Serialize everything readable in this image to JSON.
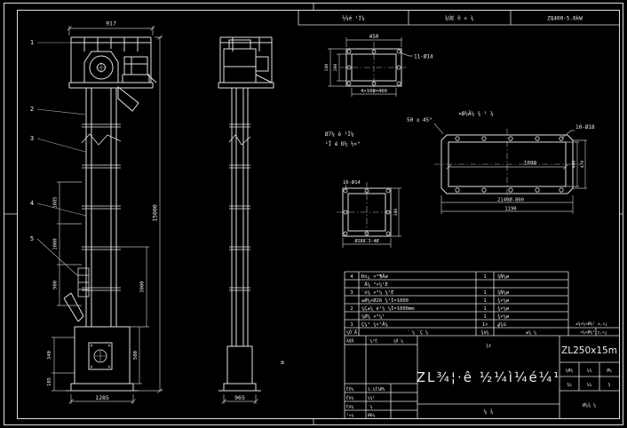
{
  "colors": {
    "background": "#000000",
    "line": "#e0e0e0",
    "dim": "#b9b9b9",
    "text": "#ededed"
  },
  "top_table": {
    "cells": [
      "½¼é ¹Ì¼",
      "¾ÚÉ ñ » ¾",
      "ZQ400-5.6kW"
    ]
  },
  "front_view": {
    "balloons": [
      "1",
      "2",
      "3",
      "4",
      "5"
    ],
    "dim_top_width": "917",
    "dim_overall_height": "15000",
    "dim_section": "3000",
    "dim_left_1": "1085",
    "dim_left_2": "1000",
    "dim_left_3": "900",
    "dim_boot_1": "340",
    "dim_boot_2": "185",
    "dim_boot_right": "500",
    "dim_bottom": "1285"
  },
  "side_view": {
    "dim_bottom": "965",
    "stray_mark": "±"
  },
  "detail_flange": {
    "dim_top": "450",
    "holes_callout": "11-Ø14",
    "dim_bottom": "4×100=400",
    "dim_left_outer": "240",
    "dim_left_inner": "200"
  },
  "notes": {
    "weld_line1": "Ø7¼ é ¹Ì¼",
    "weld_line2": "¹Ï é Ð¼ ½×°",
    "chamfer": "50 x 45°",
    "plate": "¤Ø½Â¼ ¾ ¹ ¼"
  },
  "detail_plate": {
    "holes_callout": "10-Ø18",
    "dim_inner": "1098",
    "dim_bottom_1": "2140Ø-800",
    "dim_bottom_2": "1190",
    "dim_right_inner": "440",
    "dim_right_outer": "470"
  },
  "detail_square": {
    "holes_callout": "16-Ø14",
    "dim_bottom": "Ø288.3-4Ø",
    "dim_right": "340"
  },
  "parts_table": {
    "rows": [
      {
        "no": "4",
        "name": "Ðó¿ ×°¶Äø",
        "qty": "1",
        "mat": "¾Ñ¼ø"
      },
      {
        "no": "",
        "name": "´Å¼ °×¼¹É",
        "qty": "",
        "mat": ""
      },
      {
        "no": "3",
        "name": "´ó¼ ×°¼ ¼¹É",
        "qty": "1",
        "mat": "¾Ñ¼ø"
      },
      {
        "no": "",
        "name": "±Ø¼×Ø26 ¼¹Ì=1000",
        "qty": "1",
        "mat": "¾×¼ø"
      },
      {
        "no": "2",
        "name": "¼Ç±¼ é¹¼ ¼Ì=1000mm",
        "qty": "1",
        "mat": "¾×¼ø"
      },
      {
        "no": "",
        "name": "¼Ø¼ ×°¼¹",
        "qty": "1",
        "mat": "¾×¼ø"
      },
      {
        "no": "1",
        "name": "Ç¼¹ ¼×¹Å¼",
        "qty": "1×",
        "mat": "ؼ¼ü"
      }
    ],
    "header": {
      "no": "¼Ò´Å",
      "name": "´ ¼ ´Ç ¼",
      "qty": "¾ü¼",
      "mat": "±¼ ¼",
      "std": "×¼×Ø¼¹ ±,×¿",
      "note": "±¾×¼×Ø¼¹ ±,×¿"
    }
  },
  "title_block": {
    "model": "ZL250x15m",
    "small_top": "ļż",
    "main_title": "ZL¾¦·ê ½¼ì¼é¼¹",
    "sheet_note": "¼      ¾",
    "left_rows": [
      [
        "ÄǼÅ",
        "´¼¹É",
        "¾Å´¼"
      ],
      [
        "ÉÓ¼",
        "¾.¼Ì¾Ø¼",
        ""
      ],
      [
        "Éè¼",
        "¼¾¹",
        ""
      ],
      [
        "Éó¼",
        "´¼",
        ""
      ],
      [
        "¹¤¼",
        "Ø6¼",
        ""
      ]
    ],
    "right_cells": [
      "¼Ø¼",
      "¼¾",
      "Ø¼",
      "¾¼",
      "¼¼",
      "¾"
    ],
    "right_bottom": "Ø¼¾ ¼"
  }
}
